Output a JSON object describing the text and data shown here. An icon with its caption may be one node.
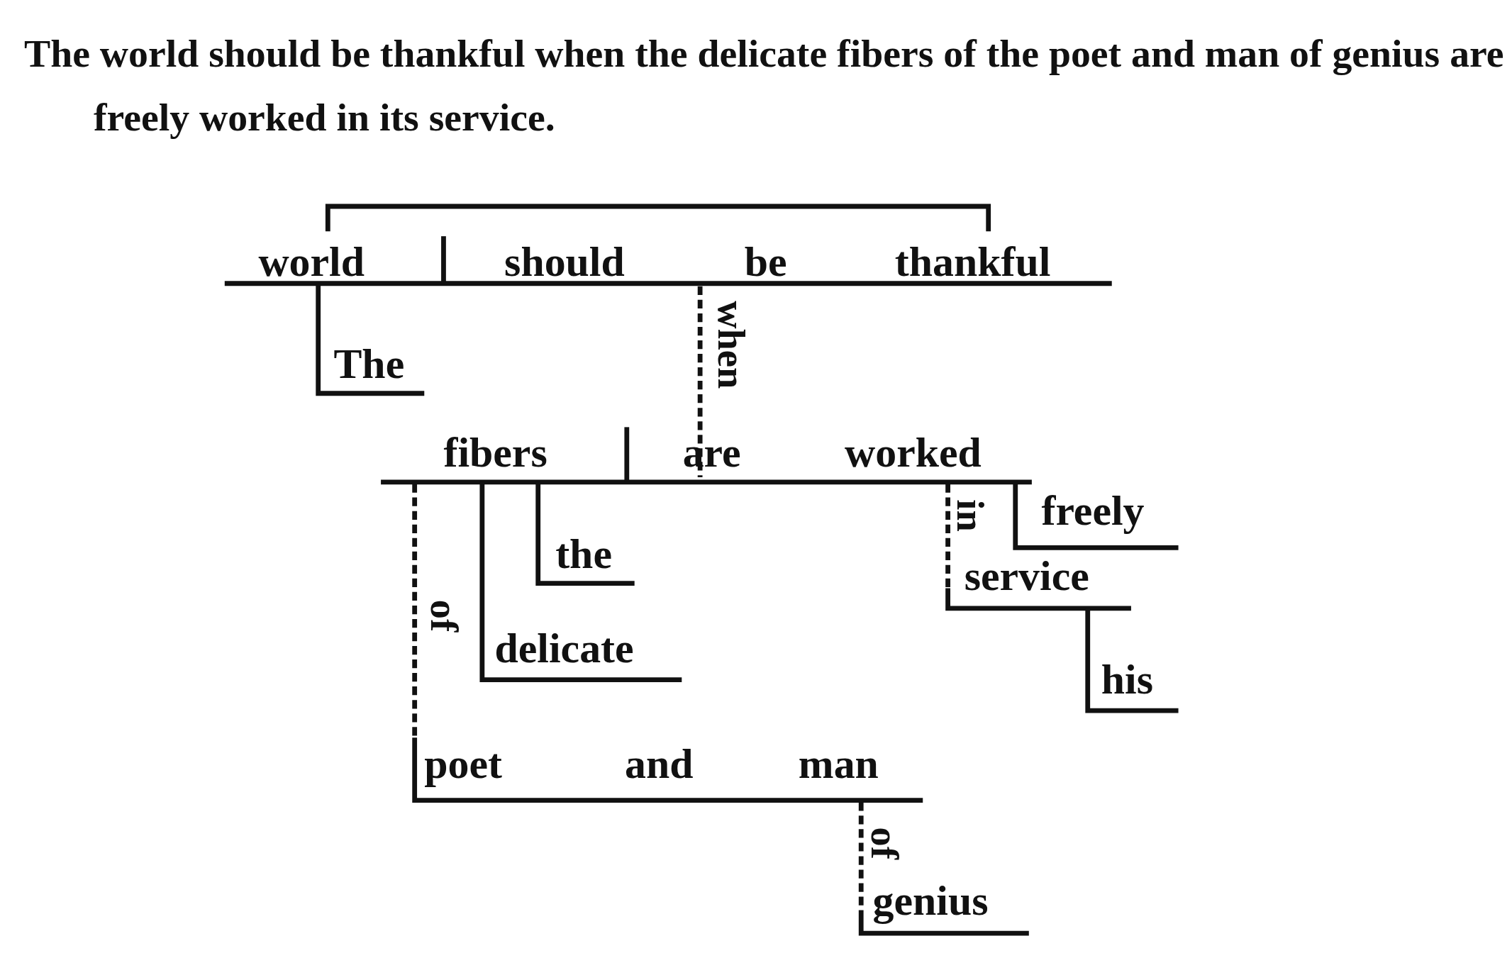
{
  "diagram": {
    "title": "The world should be thankful when the delicate fibers of the poet and man of genius are freely worked in its service.",
    "labels": [
      "world",
      "should",
      "be",
      "thankful",
      "when",
      "The",
      "fibers",
      "are",
      "worked",
      "in",
      "freely",
      "the",
      "service",
      "of",
      "delicate",
      "his",
      "poet",
      "and",
      "man",
      "of",
      "genius"
    ]
  }
}
